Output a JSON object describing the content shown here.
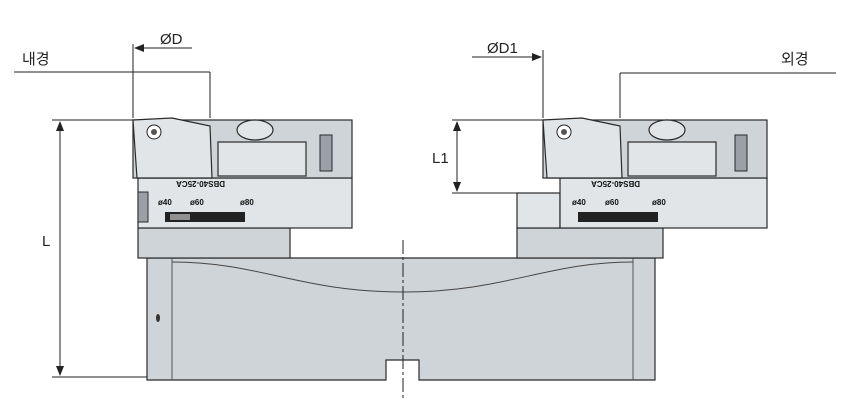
{
  "labels": {
    "inner_diameter": "내경",
    "outer_diameter": "외경",
    "dim_D": "ØD",
    "dim_D1": "ØD1",
    "dim_L": "L",
    "dim_L1": "L1"
  },
  "heads": {
    "model": "DBS40-25CA",
    "scale_marks": [
      "ø40",
      "ø60",
      "ø80"
    ]
  },
  "colors": {
    "body": "#cfd4d8",
    "outline": "#2a2a2a"
  }
}
